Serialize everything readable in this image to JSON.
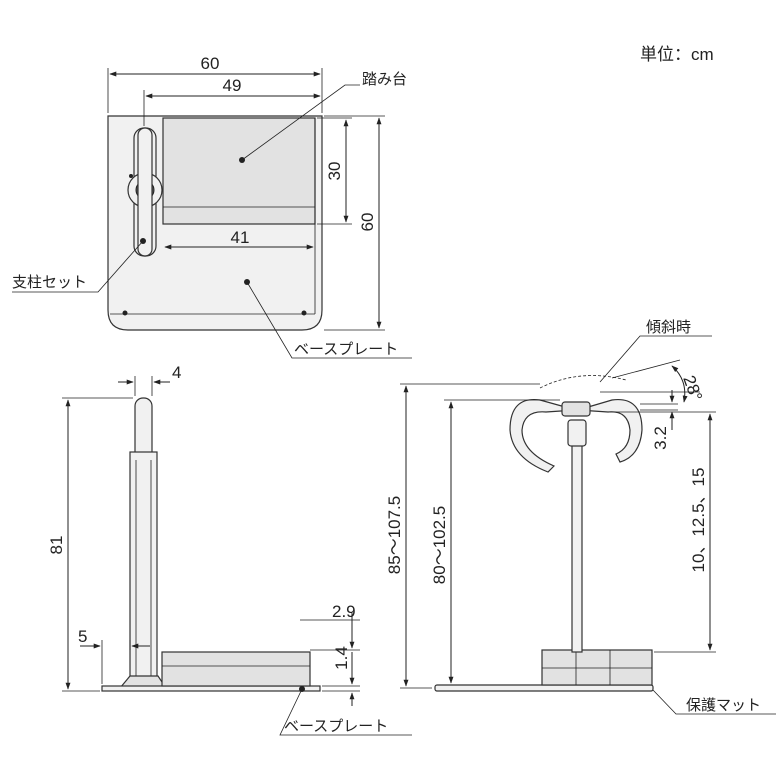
{
  "unit_label": "単位：cm",
  "top_view": {
    "dims": {
      "width_total": "60",
      "width_step": "49",
      "step_depth": "30",
      "depth_total": "60",
      "plate_inner": "41"
    },
    "labels": {
      "step": "踏み台",
      "post_set": "支柱セット",
      "base_plate": "ベースプレート"
    }
  },
  "side_view": {
    "dims": {
      "post_width": "4",
      "height": "81",
      "offset": "5",
      "step_thickness": "2.9",
      "plate_thickness": "1.4"
    },
    "labels": {
      "base_plate": "ベースプレート"
    }
  },
  "front_view": {
    "dims": {
      "total_height": "85～107.5",
      "grip_height": "80～102.5",
      "tilt_angle": "28°",
      "tilt_drop": "3.2",
      "step_heights": "10、12.5、15"
    },
    "labels": {
      "tilted": "傾斜時",
      "mat": "保護マット"
    }
  },
  "colors": {
    "line": "#222222",
    "part_fill": "#f1f1f1",
    "part_shade": "#e2e2e2"
  }
}
